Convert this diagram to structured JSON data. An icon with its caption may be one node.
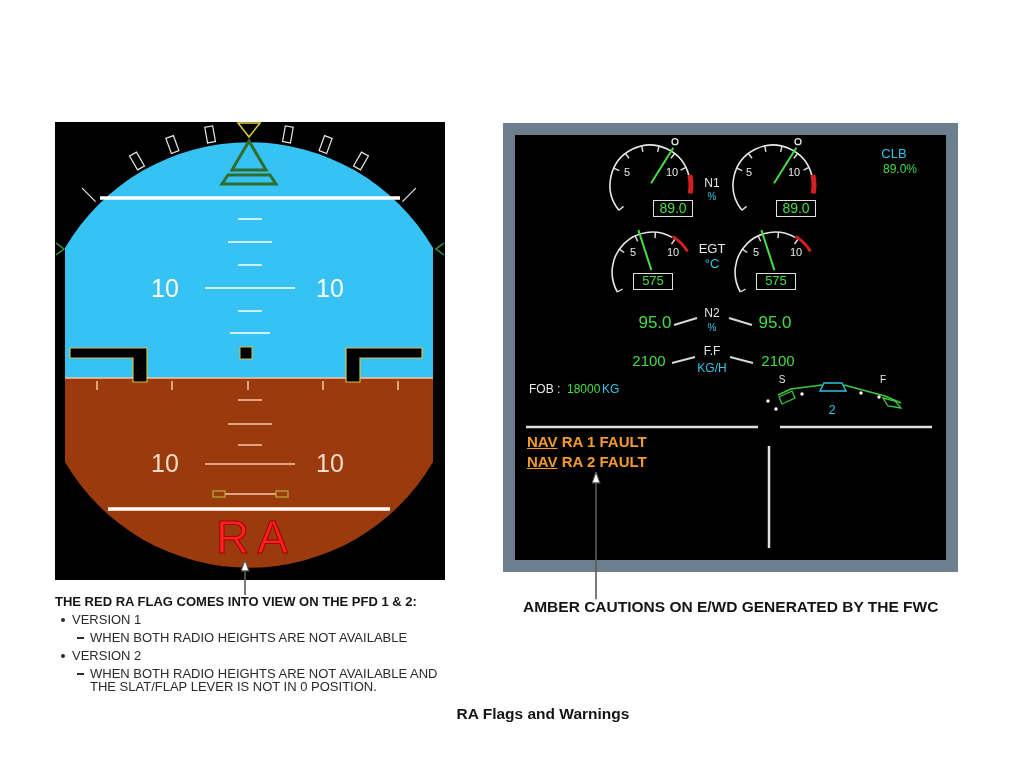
{
  "diagram": {
    "caption": "RA Flags and Warnings",
    "nodes": [
      {
        "text": [],
        "shape": "picture"
      },
      {
        "text": [
          "RA"
        ],
        "in": 0
      },
      {
        "text": [
          "THE RED RA FLAG COMES INTO VIEW ON THE PFD 1 & 2:",
          "VERSION 1",
          "WHEN BOTH RADIO HEIGHTS ARE NOT AVAILABLE",
          "VERSION 2",
          "WHEN BOTH RADIO HEIGHTS ARE NOT AVAILABLE AND THE SLAT/FLAP LEVER IS NOT IN 0 POSITION."
        ]
      },
      {
        "text": [],
        "shape": "picture"
      },
      {
        "text": [
          "89.0"
        ],
        "in": 3
      },
      {
        "text": [
          "89.0"
        ],
        "in": 3
      },
      {
        "text": [
          "575"
        ],
        "in": 3
      },
      {
        "text": [
          "575"
        ],
        "in": 3
      },
      {
        "text": [
          "NAV RA 1 FAULT",
          "NAV RA 2 FAULT"
        ],
        "in": 3
      },
      {
        "text": [
          "AMBER CAUTIONS ON E/WD GENERATED BY THE FWC"
        ]
      }
    ],
    "edges": [
      {
        "from": 2,
        "to": 1,
        "arrow": "to"
      },
      {
        "from": 9,
        "to": 8,
        "arrow": "to"
      }
    ],
    "labels": [
      "10",
      "10",
      "10",
      "10",
      "5",
      "10",
      "5",
      "10",
      "CLB",
      "89.0%",
      "N1",
      "%",
      "5",
      "10",
      "EGT",
      "°C",
      "5",
      "10",
      "95.0",
      "N2",
      "%",
      "95.0",
      "2100",
      "F.F",
      "KG/H",
      "2100",
      "FOB :",
      "18000",
      "KG",
      "S",
      "F",
      "2"
    ]
  }
}
